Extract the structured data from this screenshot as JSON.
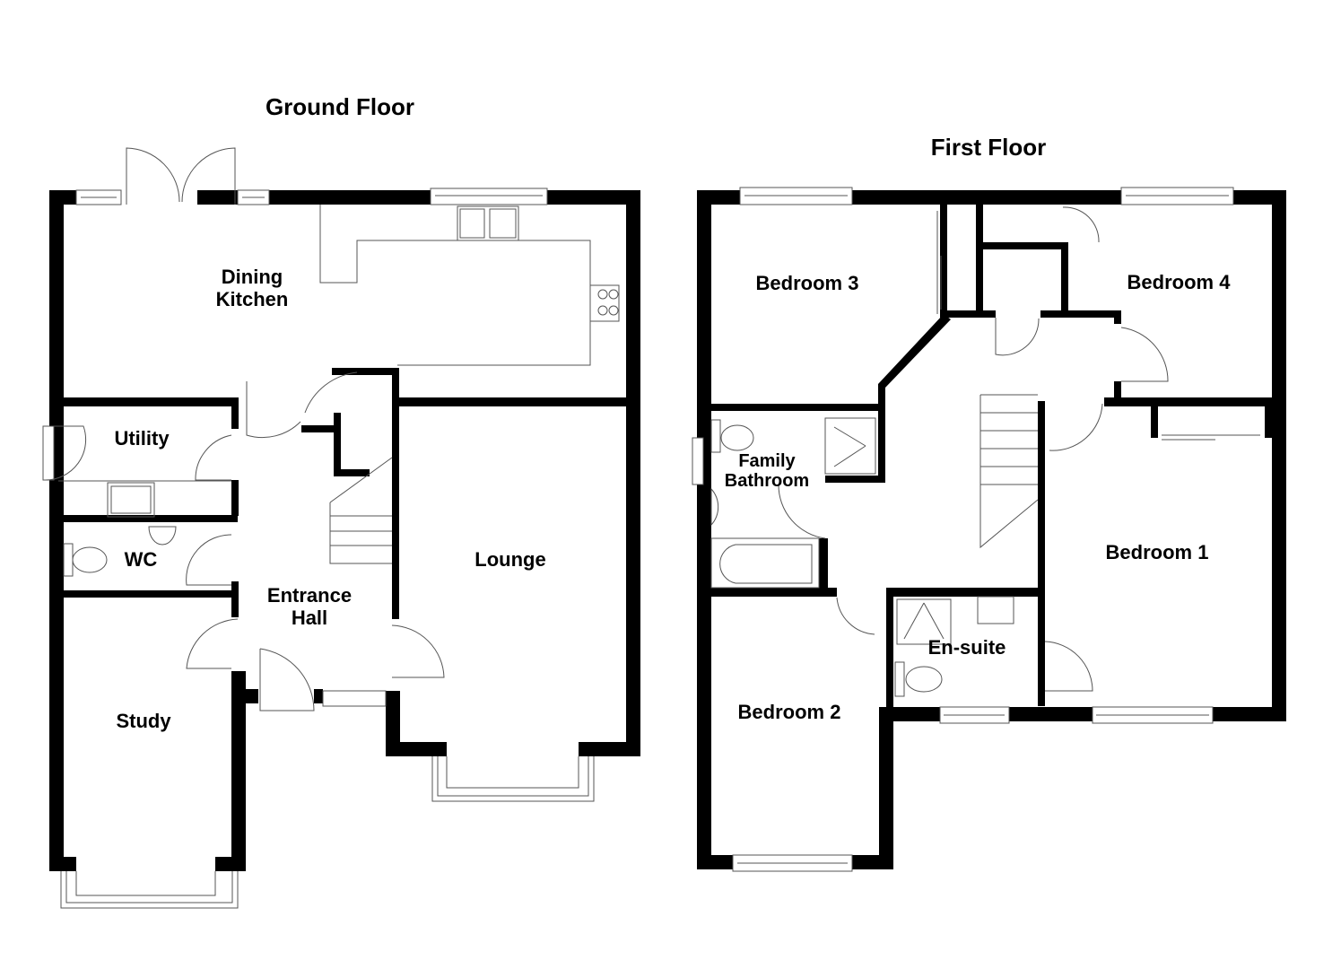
{
  "plan": {
    "ground_floor": {
      "title": "Ground Floor",
      "rooms": {
        "dining_kitchen_l1": "Dining",
        "dining_kitchen_l2": "Kitchen",
        "utility": "Utility",
        "wc": "WC",
        "entrance_hall_l1": "Entrance",
        "entrance_hall_l2": "Hall",
        "lounge": "Lounge",
        "study": "Study"
      }
    },
    "first_floor": {
      "title": "First Floor",
      "rooms": {
        "bedroom3": "Bedroom 3",
        "bedroom4": "Bedroom 4",
        "family_bathroom_l1": "Family",
        "family_bathroom_l2": "Bathroom",
        "bedroom1": "Bedroom 1",
        "ensuite": "En-suite",
        "bedroom2": "Bedroom 2"
      }
    },
    "colors": {
      "wall": "#000000",
      "fixture_line": "#555555",
      "background": "#ffffff"
    }
  }
}
